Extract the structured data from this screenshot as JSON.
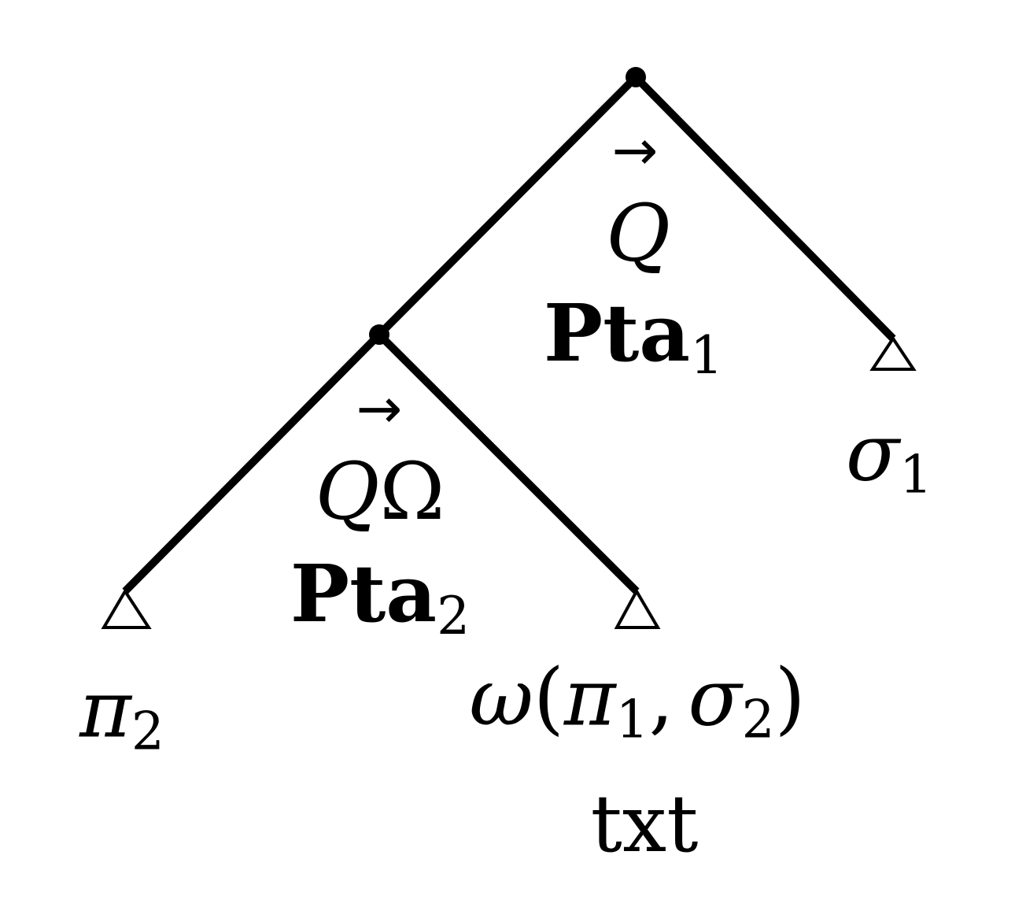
{
  "colors": {
    "ink": "#000000",
    "background": "#ffffff"
  },
  "root_edge_label": {
    "arrow": "→",
    "symbol": "Q",
    "rule": "Pta",
    "rule_sub": "1"
  },
  "inner_edge_label": {
    "arrow": "→",
    "symbol_q": "Q",
    "symbol_omega": "Ω",
    "rule": "Pta",
    "rule_sub": "2"
  },
  "leaves": {
    "left": {
      "symbol": "π",
      "sub": "2"
    },
    "middle": {
      "omega": "ω",
      "lparen": "(",
      "pi": "π",
      "pi_sub": "1",
      "comma": ",",
      "sigma": "σ",
      "sigma_sub": "2",
      "rparen": ")",
      "caption": "txt"
    },
    "right": {
      "symbol": "σ",
      "sub": "1"
    }
  },
  "structure": {
    "type": "derivation-tree",
    "root": {
      "node": "dot",
      "edge_annotation": "→Q / Pta_1",
      "children": [
        "inner-node",
        "leaf σ_1"
      ]
    },
    "inner": {
      "node": "dot",
      "edge_annotation": "→QΩ / Pta_2",
      "children": [
        "leaf π_2",
        "leaf ω(π_1, σ_2) txt"
      ]
    }
  }
}
